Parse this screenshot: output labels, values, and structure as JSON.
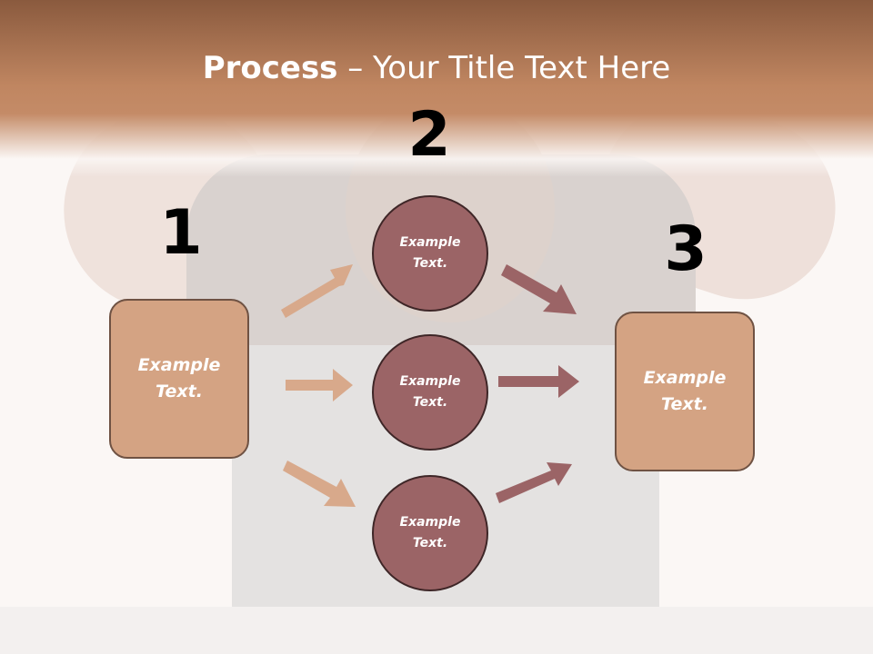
{
  "title": {
    "bold": "Process",
    "rest": " – Your Title Text Here"
  },
  "steps": {
    "one": "1",
    "two": "2",
    "three": "3"
  },
  "left_box": {
    "line1": "Example",
    "line2": "Text."
  },
  "right_box": {
    "line1": "Example",
    "line2": "Text."
  },
  "circles": [
    {
      "line1": "Example",
      "line2": "Text."
    },
    {
      "line1": "Example",
      "line2": "Text."
    },
    {
      "line1": "Example",
      "line2": "Text."
    }
  ],
  "colors": {
    "header": "#c08661",
    "box_fill": "#d4a383",
    "circle_fill": "#9b6466",
    "left_arrows": "#d8a98b",
    "right_arrows": "#9b6466"
  }
}
